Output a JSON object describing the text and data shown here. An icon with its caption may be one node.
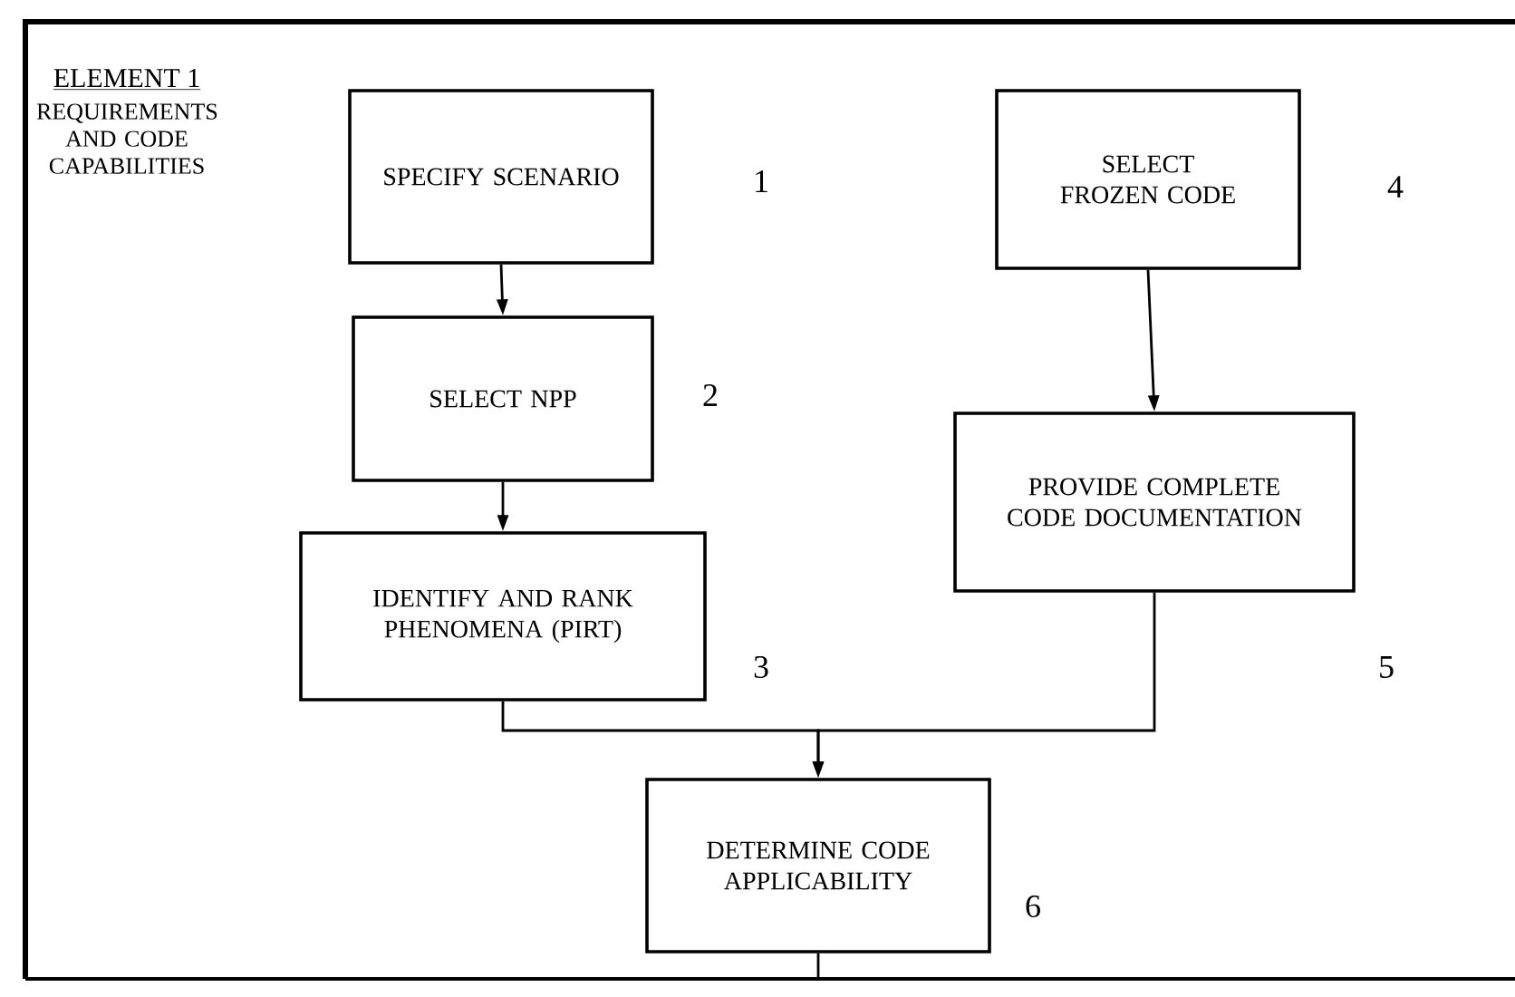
{
  "diagram": {
    "title": "ELEMENT 1",
    "nodes": [
      {
        "text": [
          "SPECIFY SCENARIO"
        ],
        "beside": [
          "1"
        ]
      },
      {
        "text": [
          "SELECT NPP"
        ],
        "beside": [
          "2"
        ]
      },
      {
        "text": [
          "IDENTIFY AND RANK PHENOMENA (PIRT)"
        ],
        "beside": [
          "3"
        ]
      },
      {
        "text": [
          "SELECT FROZEN CODE"
        ],
        "beside": [
          "4"
        ]
      },
      {
        "text": [
          "PROVIDE COMPLETE CODE DOCUMENTATION"
        ],
        "beside": [
          "5"
        ]
      },
      {
        "text": [
          "DETERMINE CODE APPLICABILITY"
        ],
        "beside": [
          "6"
        ]
      }
    ],
    "edges": [
      {
        "from": 0,
        "to": 1,
        "arrow": "to"
      },
      {
        "from": 1,
        "to": 2,
        "arrow": "to"
      },
      {
        "from": 3,
        "to": 4,
        "arrow": "to"
      },
      {
        "from": 2,
        "to": 5,
        "arrow": "to"
      },
      {
        "from": 4,
        "to": 5,
        "arrow": "to"
      },
      {
        "from": 5,
        "to": null,
        "arrow": "none"
      }
    ],
    "labels": [
      "REQUIREMENTS AND CODE CAPABILITIES"
    ]
  }
}
